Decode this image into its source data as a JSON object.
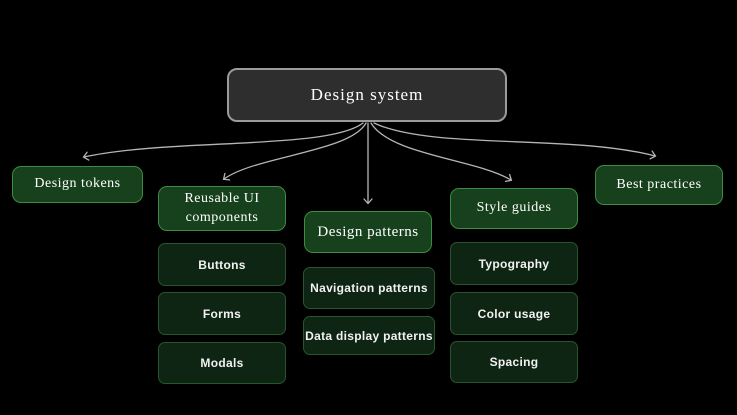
{
  "canvas": {
    "background": "#000000",
    "connector_color": "#b5b5b5"
  },
  "root": {
    "label": "Design system",
    "fill": "#2e2e2e",
    "border": "#9b9b9b",
    "text_color": "#ffffff"
  },
  "branch_style": {
    "fill": "#16411c",
    "border": "#3d8c42",
    "text_color": "#ffffff"
  },
  "child_style": {
    "fill": "#0e2513",
    "border": "#26552e",
    "text_color": "#f2f2f2"
  },
  "branches": [
    {
      "id": "design-tokens",
      "label": "Design tokens",
      "children": []
    },
    {
      "id": "reusable-ui-components",
      "label": "Reusable UI components",
      "children": [
        "Buttons",
        "Forms",
        "Modals"
      ]
    },
    {
      "id": "design-patterns",
      "label": "Design patterns",
      "children": [
        "Navigation patterns",
        "Data display patterns"
      ]
    },
    {
      "id": "style-guides",
      "label": "Style guides",
      "children": [
        "Typography",
        "Color usage",
        "Spacing"
      ]
    },
    {
      "id": "best-practices",
      "label": "Best practices",
      "children": []
    }
  ]
}
